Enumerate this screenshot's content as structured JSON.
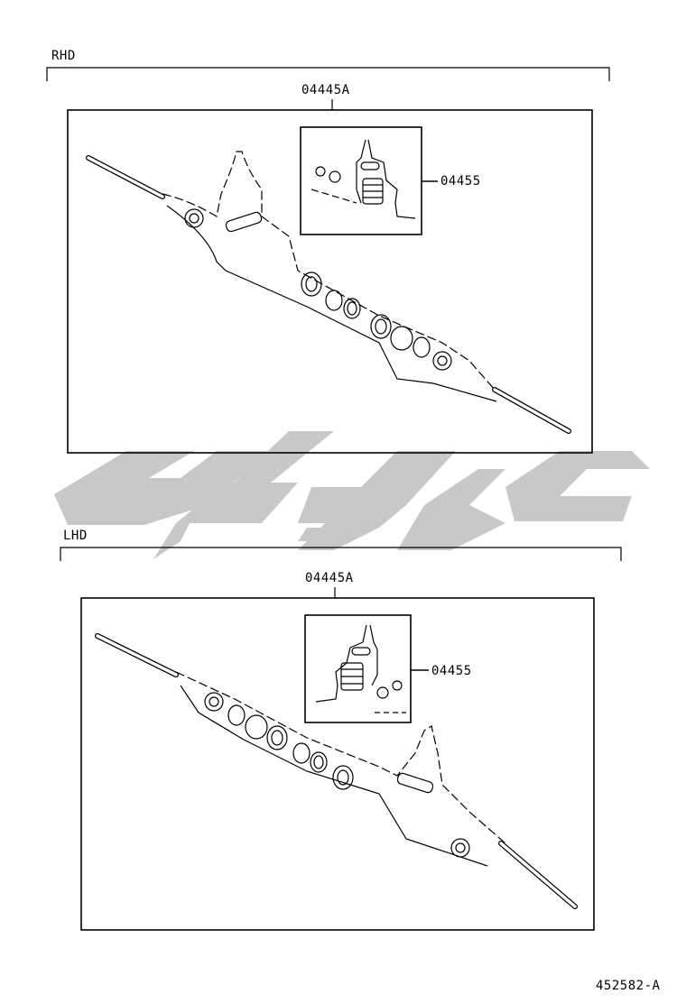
{
  "sections": [
    {
      "variant_label": "RHD",
      "assembly_part": "04445A",
      "subkit_part": "04455"
    },
    {
      "variant_label": "LHD",
      "assembly_part": "04445A",
      "subkit_part": "04455"
    }
  ],
  "diagram_id": "452582-A",
  "watermark": {
    "color": "#c8c8c8"
  },
  "line_color": "#000000"
}
